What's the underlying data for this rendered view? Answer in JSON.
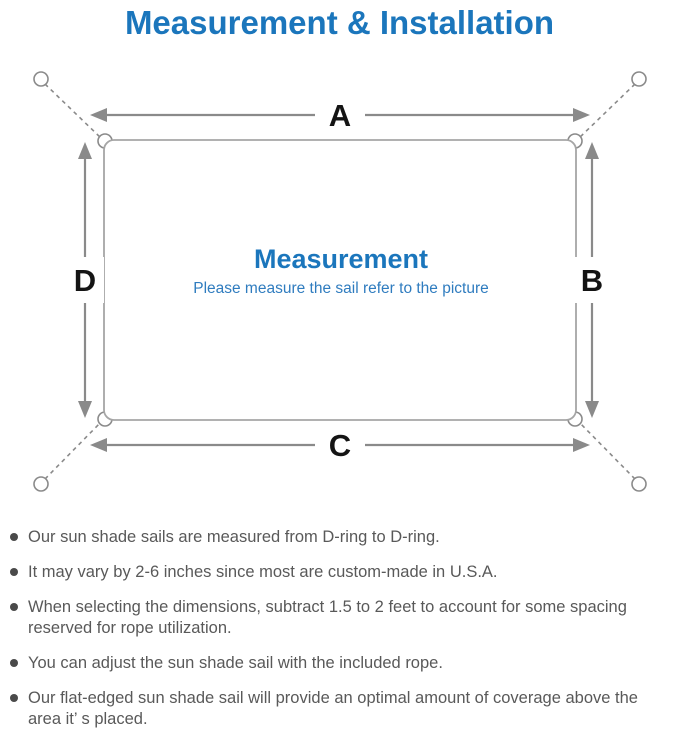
{
  "title": "Measurement & Installation",
  "colors": {
    "accent_blue": "#1b76bc",
    "subtitle_blue": "#2f7cbf",
    "diagram_line": "#8a8a8a",
    "sail_border": "#a6a6a6",
    "label_black": "#141414",
    "note_text": "#595959",
    "bullet_dot": "#4a4a4a",
    "background": "#ffffff"
  },
  "diagram": {
    "side_labels": {
      "top": "A",
      "right": "B",
      "bottom": "C",
      "left": "D"
    },
    "center_title": "Measurement",
    "center_subtitle": "Please measure the sail refer to the picture"
  },
  "notes": {
    "items": [
      "Our sun shade sails are measured from D-ring to D-ring.",
      "It may vary by 2-6 inches since most are custom-made in U.S.A.",
      "When selecting the dimensions, subtract 1.5 to 2 feet to account for some spacing reserved for rope utilization.",
      "You can adjust the sun shade sail with the included rope.",
      "Our flat-edged sun shade sail will provide an optimal amount of coverage above the area it’ s placed."
    ]
  }
}
